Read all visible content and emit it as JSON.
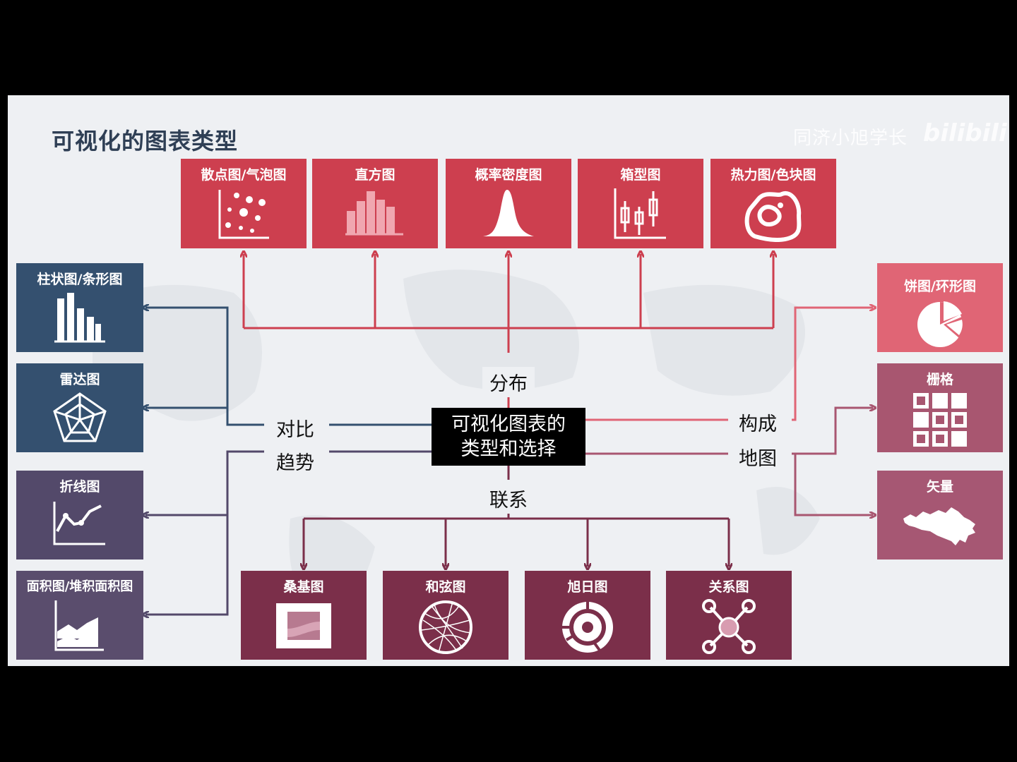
{
  "title": "可视化的图表类型",
  "watermark": "同济小旭学长",
  "watermark_logo": "bilibili",
  "center": {
    "line1": "可视化图表的",
    "line2": "类型和选择"
  },
  "categories": {
    "distribution": "分布",
    "comparison": "对比",
    "trend": "趋势",
    "composition": "构成",
    "map": "地图",
    "relation": "联系"
  },
  "distribution_charts": [
    {
      "label": "散点图/气泡图",
      "icon": "scatter-icon"
    },
    {
      "label": "直方图",
      "icon": "histogram-icon"
    },
    {
      "label": "概率密度图",
      "icon": "density-icon"
    },
    {
      "label": "箱型图",
      "icon": "boxplot-icon"
    },
    {
      "label": "热力图/色块图",
      "icon": "heatmap-icon"
    }
  ],
  "comparison_charts": [
    {
      "label": "柱状图/条形图",
      "icon": "bar-chart-icon"
    },
    {
      "label": "雷达图",
      "icon": "radar-icon"
    }
  ],
  "trend_charts": [
    {
      "label": "折线图",
      "icon": "line-chart-icon"
    },
    {
      "label": "面积图/堆积面积图",
      "icon": "area-chart-icon"
    }
  ],
  "composition_charts": [
    {
      "label": "饼图/环形图",
      "icon": "pie-icon"
    },
    {
      "label": "栅格",
      "icon": "grid-icon"
    }
  ],
  "map_charts": [
    {
      "label": "矢量",
      "icon": "vector-map-icon"
    }
  ],
  "relation_charts": [
    {
      "label": "桑基图",
      "icon": "sankey-icon"
    },
    {
      "label": "和弦图",
      "icon": "chord-icon"
    },
    {
      "label": "旭日图",
      "icon": "sunburst-icon"
    },
    {
      "label": "关系图",
      "icon": "network-icon"
    }
  ],
  "colors": {
    "distribution": "#cd3f4f",
    "comparison": "#34506f",
    "trend": "#53496a",
    "composition": "#e06575",
    "map": "#a85670",
    "relation": "#7b2f4a"
  }
}
